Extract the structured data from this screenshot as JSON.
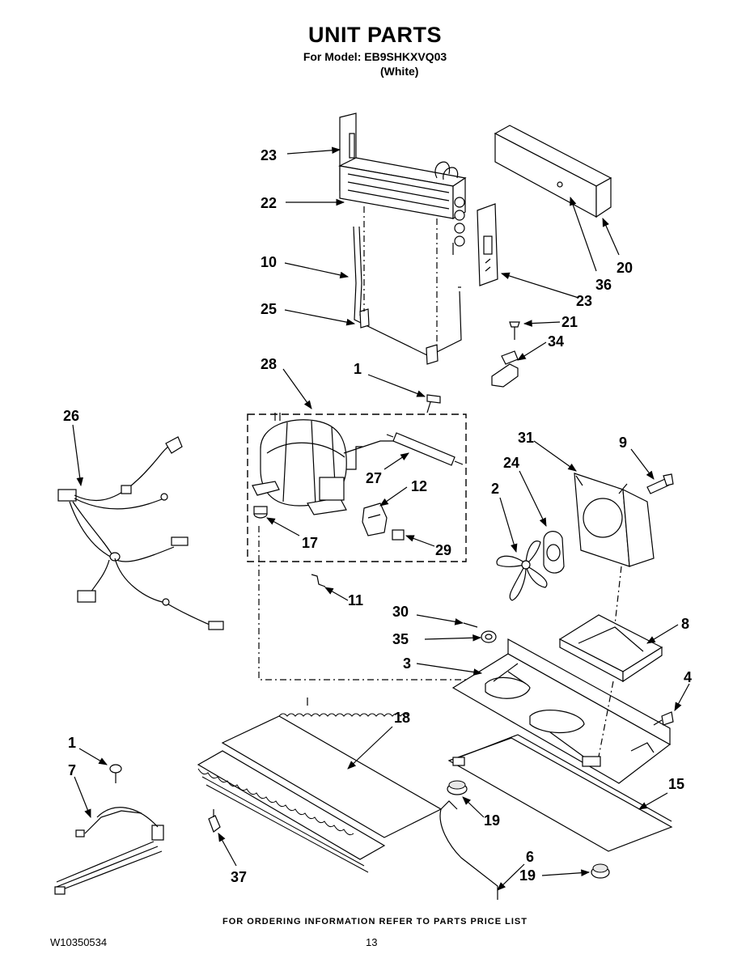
{
  "header": {
    "title": "UNIT PARTS",
    "model_line": "For Model: EB9SHKXVQ03",
    "color_line": "(White)"
  },
  "footer": {
    "ordering_note": "FOR ORDERING INFORMATION REFER TO PARTS PRICE LIST",
    "document_number": "W10350534",
    "page_number": "13"
  },
  "callouts": [
    {
      "id": "c23a",
      "label": "23"
    },
    {
      "id": "c22",
      "label": "22"
    },
    {
      "id": "c10",
      "label": "10"
    },
    {
      "id": "c25",
      "label": "25"
    },
    {
      "id": "c20",
      "label": "20"
    },
    {
      "id": "c36",
      "label": "36"
    },
    {
      "id": "c23b",
      "label": "23"
    },
    {
      "id": "c21",
      "label": "21"
    },
    {
      "id": "c34",
      "label": "34"
    },
    {
      "id": "c28",
      "label": "28"
    },
    {
      "id": "c1a",
      "label": "1"
    },
    {
      "id": "c26",
      "label": "26"
    },
    {
      "id": "c27",
      "label": "27"
    },
    {
      "id": "c12",
      "label": "12"
    },
    {
      "id": "c17",
      "label": "17"
    },
    {
      "id": "c29",
      "label": "29"
    },
    {
      "id": "c31",
      "label": "31"
    },
    {
      "id": "c9",
      "label": "9"
    },
    {
      "id": "c24",
      "label": "24"
    },
    {
      "id": "c2",
      "label": "2"
    },
    {
      "id": "c11",
      "label": "11"
    },
    {
      "id": "c30",
      "label": "30"
    },
    {
      "id": "c35",
      "label": "35"
    },
    {
      "id": "c3",
      "label": "3"
    },
    {
      "id": "c8",
      "label": "8"
    },
    {
      "id": "c4",
      "label": "4"
    },
    {
      "id": "c18",
      "label": "18"
    },
    {
      "id": "c1b",
      "label": "1"
    },
    {
      "id": "c7",
      "label": "7"
    },
    {
      "id": "c15",
      "label": "15"
    },
    {
      "id": "c19a",
      "label": "19"
    },
    {
      "id": "c6",
      "label": "6"
    },
    {
      "id": "c19b",
      "label": "19"
    },
    {
      "id": "c37",
      "label": "37"
    }
  ]
}
